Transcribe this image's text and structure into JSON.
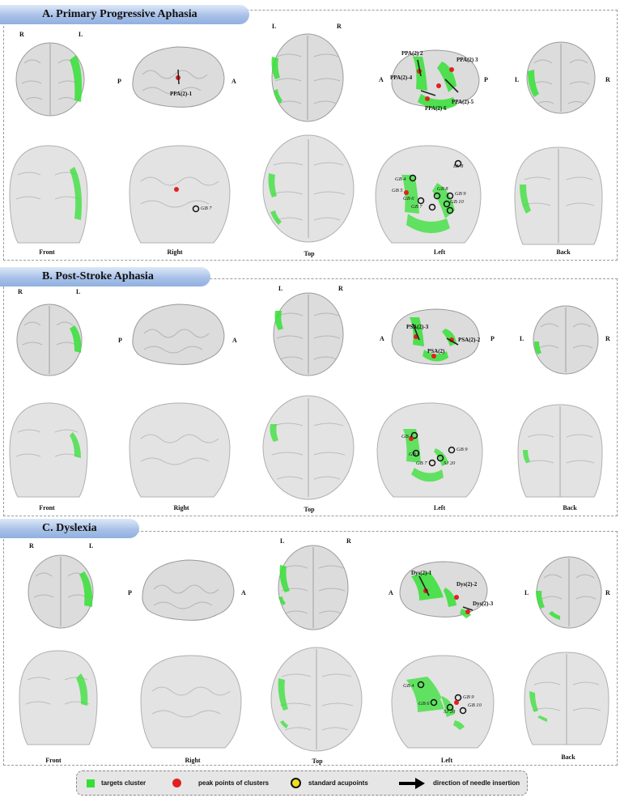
{
  "panels": [
    {
      "title": "A. Primary Progressive Aphasia"
    },
    {
      "title": "B. Post-Stroke Aphasia"
    },
    {
      "title": "C. Dyslexia"
    }
  ],
  "views": {
    "front": "Front",
    "right": "Right",
    "top": "Top",
    "left": "Left",
    "back": "Back"
  },
  "orientation": {
    "r": "R",
    "l": "L",
    "p": "P",
    "a": "A"
  },
  "ppa_clusters": [
    "PPA(2) 2",
    "PPA(2) 3",
    "PPA(2)-4",
    "PPA(2)-5",
    "PPA(2) 6",
    "PPA(2)-1"
  ],
  "psa_clusters": [
    "PSA(2)-3",
    "PSA(2)-2",
    "PSA(2)"
  ],
  "dys_clusters": [
    "Dys(2)-1",
    "Dys(2)-2",
    "Dys(2)-3"
  ],
  "acupoints_a": [
    "BL 8",
    "GB 4",
    "GB 5",
    "GB 8",
    "GB 9",
    "GB 6",
    "GB 10",
    "GB 7",
    "GB 7"
  ],
  "acupoints_b": [
    "GB 4",
    "GB 9",
    "GB 5",
    "SJ 20",
    "GB 7"
  ],
  "acupoints_c": [
    "GB 4",
    "GB 9",
    "GB 6",
    "GB 10",
    "SJ 20"
  ],
  "legend": {
    "cluster": "targets cluster",
    "peak": "peak points of clusters",
    "acupoint": "standard acupoints",
    "arrow": "direction of needle insertion"
  },
  "colors": {
    "cluster": "#35e035",
    "peak": "#e02020",
    "acupoint": "#f0e020",
    "title_band": "#a9c1e8"
  }
}
